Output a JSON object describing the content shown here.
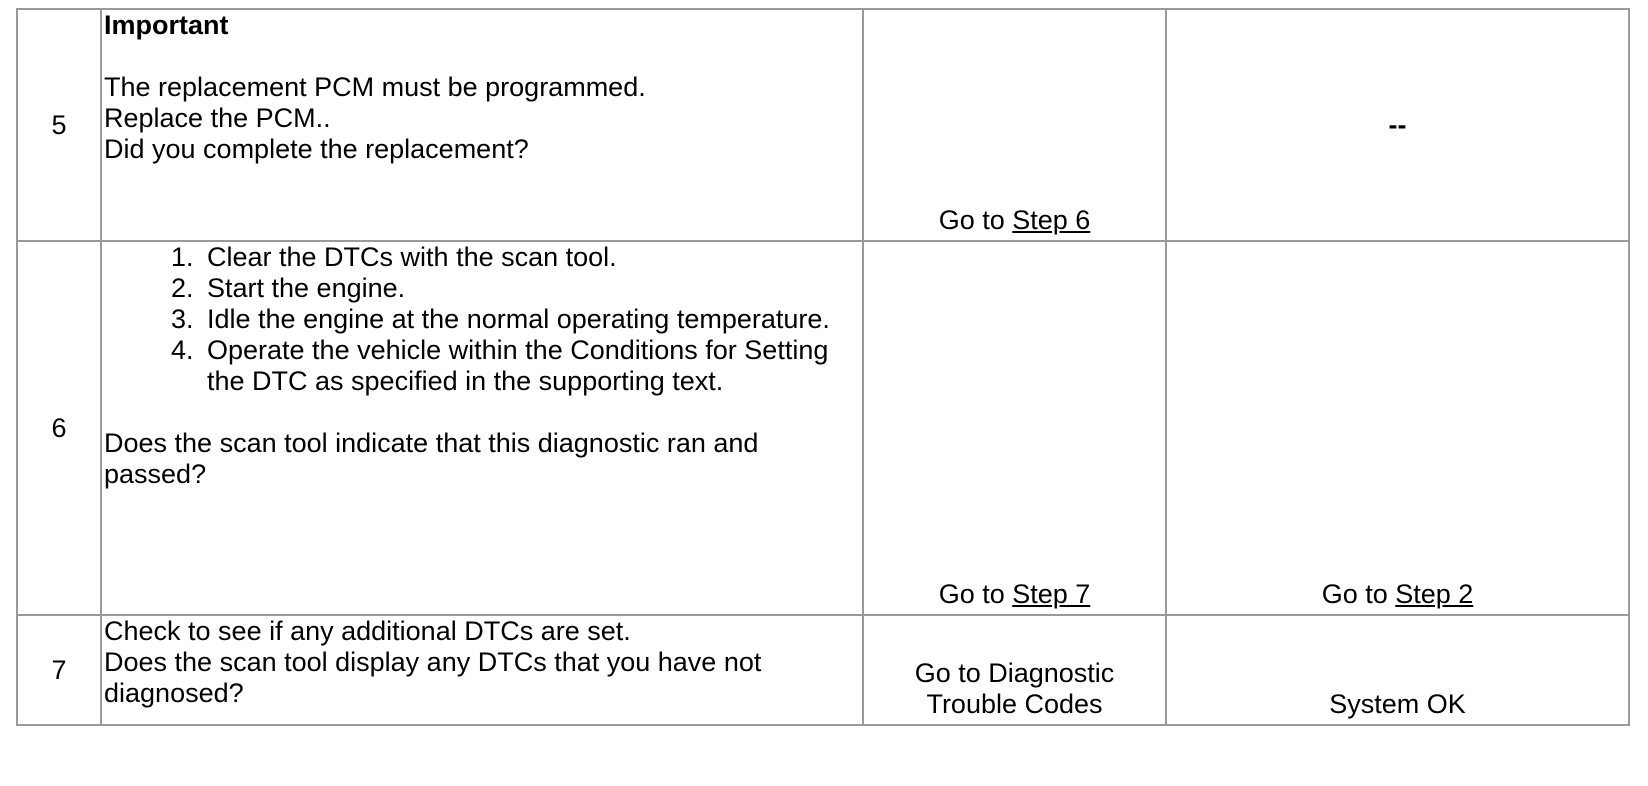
{
  "table": {
    "rows": [
      {
        "step": "5",
        "important_label": "Important",
        "action_lines": [
          "The replacement PCM must be programmed.",
          "Replace the PCM..",
          "Did you complete the replacement?"
        ],
        "yes_prefix": "Go to ",
        "yes_link": "Step 6",
        "no_text": "--"
      },
      {
        "step": "6",
        "steps": [
          "Clear the DTCs with the scan tool.",
          "Start the engine.",
          "Idle the engine at the normal operating temperature.",
          "Operate the vehicle within the Conditions for Setting the DTC as specified in the supporting text."
        ],
        "question": "Does the scan tool indicate that this diagnostic ran and passed?",
        "yes_prefix": "Go to ",
        "yes_link": "Step 7",
        "no_prefix": "Go to ",
        "no_link": "Step 2"
      },
      {
        "step": "7",
        "action_lines": [
          "Check to see if any additional DTCs are set.",
          "Does the scan tool display any DTCs that you have not diagnosed?"
        ],
        "yes_line1": "Go to Diagnostic",
        "yes_line2": "Trouble Codes",
        "no_text": "System OK"
      }
    ]
  }
}
